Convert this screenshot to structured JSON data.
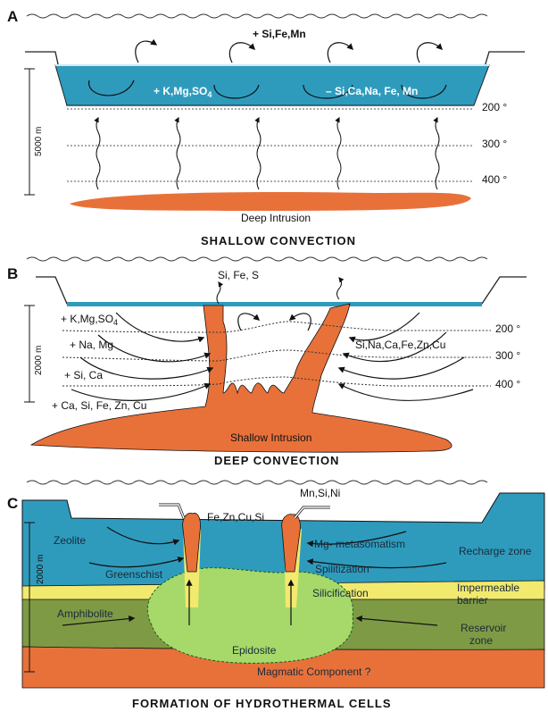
{
  "colors": {
    "seawater": "#2e9bbd",
    "intrusion": "#e8713a",
    "barrier": "#f1ea6e",
    "amphibolite": "#7e9a45",
    "epidosite": "#a6d96a",
    "magma": "#e8713a"
  },
  "panel_a": {
    "letter": "A",
    "top_label": "+ Si,Fe,Mn",
    "left_flux": "+ K,Mg,SO",
    "left_flux_sub": "4",
    "right_flux": "– Si,Ca,Na, Fe, Mn",
    "depth": "5000 m",
    "isotherms": [
      "200 °",
      "300 °",
      "400 °"
    ],
    "intrusion": "Deep Intrusion",
    "title": "SHALLOW  CONVECTION"
  },
  "panel_b": {
    "letter": "B",
    "vent_label": "Si, Fe, S",
    "left_fluxes": [
      "+ K,Mg,SO",
      "+ Na, Mg",
      "+ Si, Ca",
      "+ Ca, Si, Fe, Zn, Cu"
    ],
    "left_flux_sub": "4",
    "right_flux": "Si,Na,Ca,Fe,Zn,Cu",
    "depth": "2000 m",
    "isotherms": [
      "200 °",
      "300 °",
      "400 °"
    ],
    "intrusion": "Shallow Intrusion",
    "title": "DEEP  CONVECTION"
  },
  "panel_c": {
    "letter": "C",
    "vent_left": "Fe,Zn,Cu,Si",
    "vent_right": "Mn,Si,Ni",
    "depth": "2000 m",
    "zones_left": [
      "Zeolite",
      "Greenschist",
      "Amphibolite"
    ],
    "zones_right": [
      "Mg- metasomatism",
      "Spilitization",
      "Silicification"
    ],
    "zone_center": "Epidosite",
    "magma": "Magmatic Component ?",
    "side_labels": [
      "Recharge  zone",
      "Impermeable",
      "barrier",
      "Reservoir",
      "zone"
    ],
    "title": "FORMATION  OF  HYDROTHERMAL  CELLS"
  }
}
